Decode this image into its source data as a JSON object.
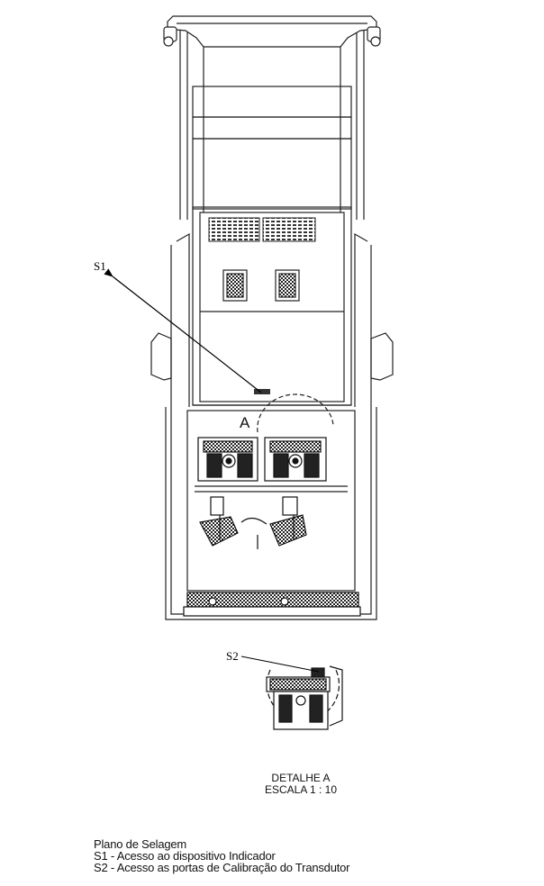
{
  "labels": {
    "s1": "S1",
    "s2": "S2",
    "detail_marker": "A"
  },
  "detail": {
    "title": "DETALHE A",
    "scale": "ESCALA 1 : 10"
  },
  "legend": {
    "title": "Plano de Selagem",
    "items": [
      "S1 - Acesso ao dispositivo Indicador",
      "S2 - Acesso as portas de Calibração do Transdutor"
    ]
  }
}
